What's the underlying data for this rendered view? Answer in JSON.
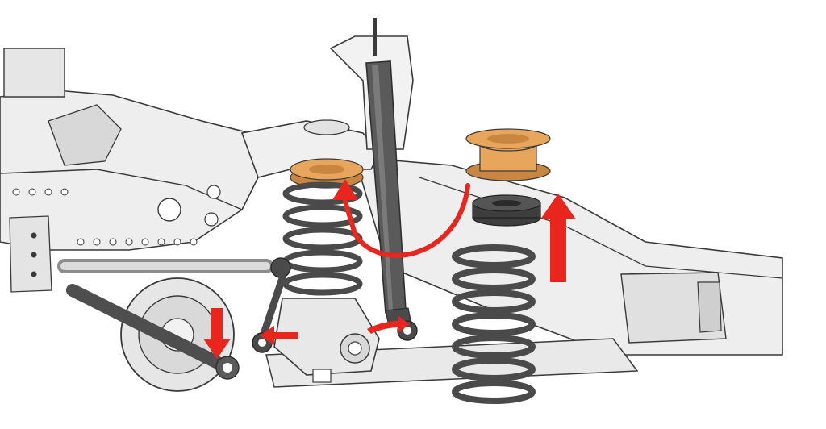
{
  "diagram": {
    "kind": "exploded suspension lift illustration",
    "labels": [],
    "colors": {
      "background": "#ffffff",
      "frame_fill": "#eeeeee",
      "frame_fill_dark": "#d8d8d8",
      "frame_stroke": "#3a3a3a",
      "spring": "#4a4a4a",
      "shock": "#525252",
      "spacer": "#e8a65c",
      "spacer_dark": "#c98640",
      "arrow": "#e8261e"
    },
    "parts": [
      "frame-rail",
      "upper-control-arm",
      "front-coil-spring",
      "front-spring-spacer",
      "shock-absorber",
      "rear-spring-spacer",
      "rear-spring-isolator",
      "rear-coil-spring",
      "sway-bar",
      "sway-bar-link",
      "differential",
      "track-bar",
      "lower-control-arm"
    ],
    "arrows": [
      "spacer-relocate-arrow",
      "rear-spacer-lift-arrow",
      "sway-bar-drop-arrow",
      "link-relocate-arrow",
      "shock-relocate-arrow"
    ]
  }
}
